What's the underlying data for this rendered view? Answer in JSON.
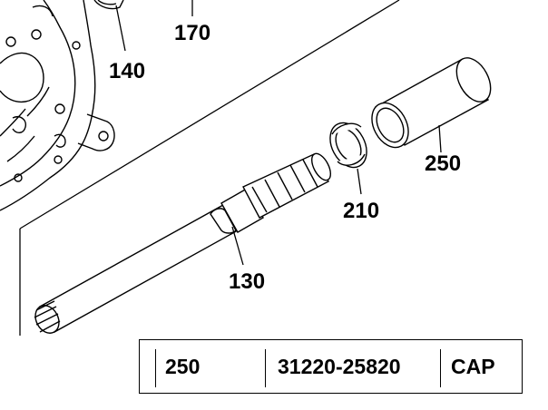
{
  "callouts": {
    "c170": "170",
    "c140": "140",
    "c250": "250",
    "c210": "210",
    "c130": "130"
  },
  "parts_table": {
    "ref": "250",
    "part_number": "31220-25820",
    "description": "CAP"
  },
  "colors": {
    "line": "#000000",
    "background": "#ffffff"
  }
}
